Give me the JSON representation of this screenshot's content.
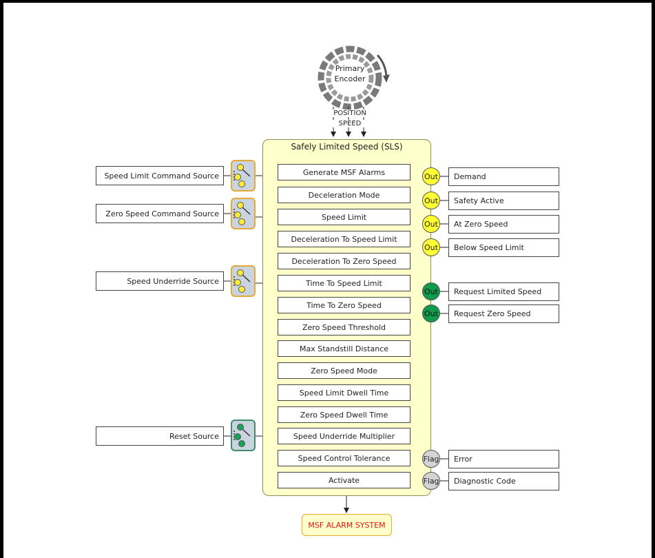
{
  "encoder": {
    "label_line1": "Primary",
    "label_line2": "Encoder",
    "position_label": "POSITION",
    "speed_label": "SPEED"
  },
  "block": {
    "title": "Safely Limited Speed (SLS)",
    "parameters": [
      "Generate MSF Alarms",
      "Deceleration Mode",
      "Speed Limit",
      "Deceleration To Speed Limit",
      "Deceleration To Zero Speed",
      "Time To Speed Limit",
      "Time To Zero Speed",
      "Zero Speed Threshold",
      "Max Standstill Distance",
      "Zero Speed Mode",
      "Speed Limit Dwell Time",
      "Zero Speed Dwell Time",
      "Speed Underride Multiplier",
      "Speed Control Tolerance",
      "Activate"
    ]
  },
  "sources": [
    "Speed Limit Command Source",
    "Zero Speed Command Source",
    "Speed Underride Source",
    "Reset Source"
  ],
  "outputs": [
    {
      "port": "Out",
      "label": "Demand",
      "color": "#ffff33"
    },
    {
      "port": "Out",
      "label": "Safety Active",
      "color": "#ffff33"
    },
    {
      "port": "Out",
      "label": "At Zero Speed",
      "color": "#ffff33"
    },
    {
      "port": "Out",
      "label": "Below Speed Limit",
      "color": "#ffff33"
    },
    {
      "port": "Out",
      "label": "Request Limited Speed",
      "color": "#109a4c"
    },
    {
      "port": "Out",
      "label": "Request Zero Speed",
      "color": "#109a4c"
    },
    {
      "port": "Flag",
      "label": "Error",
      "color": "#d4d4d4"
    },
    {
      "port": "Flag",
      "label": "Diagnostic Code",
      "color": "#d4d4d4"
    }
  ],
  "alarm_system": "MSF ALARM SYSTEM"
}
